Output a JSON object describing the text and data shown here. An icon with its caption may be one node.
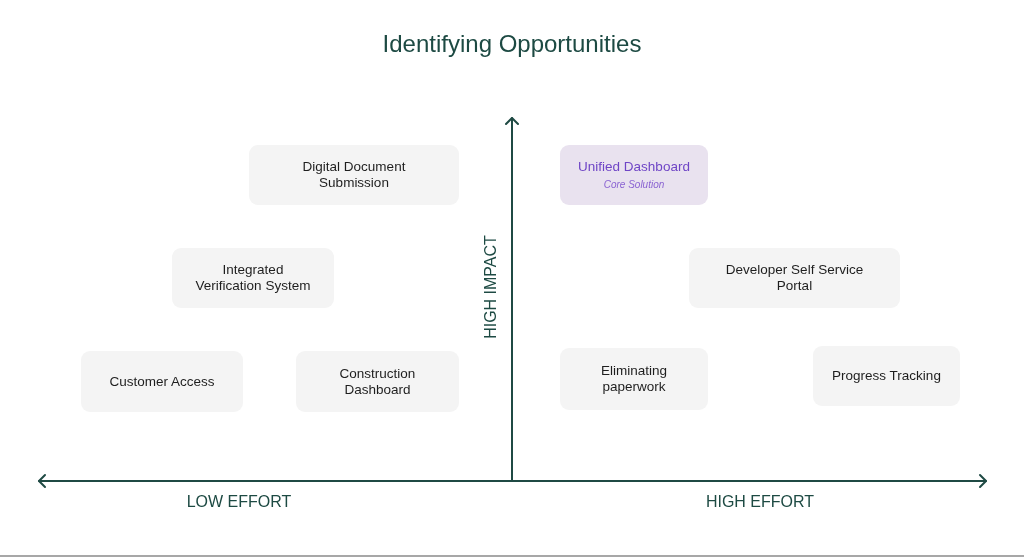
{
  "diagram": {
    "title": "Identifying Opportunities",
    "nodes": [
      {
        "text": [
          "Digital Document Submission"
        ]
      },
      {
        "text": [
          "Unified Dashboard",
          "Core Solution"
        ]
      },
      {
        "text": [
          "Integrated Verification System"
        ]
      },
      {
        "text": [
          "Developer Self Service Portal"
        ]
      },
      {
        "text": [
          "Customer Access"
        ]
      },
      {
        "text": [
          "Construction Dashboard"
        ]
      },
      {
        "text": [
          "Eliminating paperwork"
        ]
      },
      {
        "text": [
          "Progress Tracking"
        ]
      }
    ],
    "labels": [
      "HIGH IMPACT",
      "LOW EFFORT",
      "HIGH EFFORT"
    ]
  }
}
